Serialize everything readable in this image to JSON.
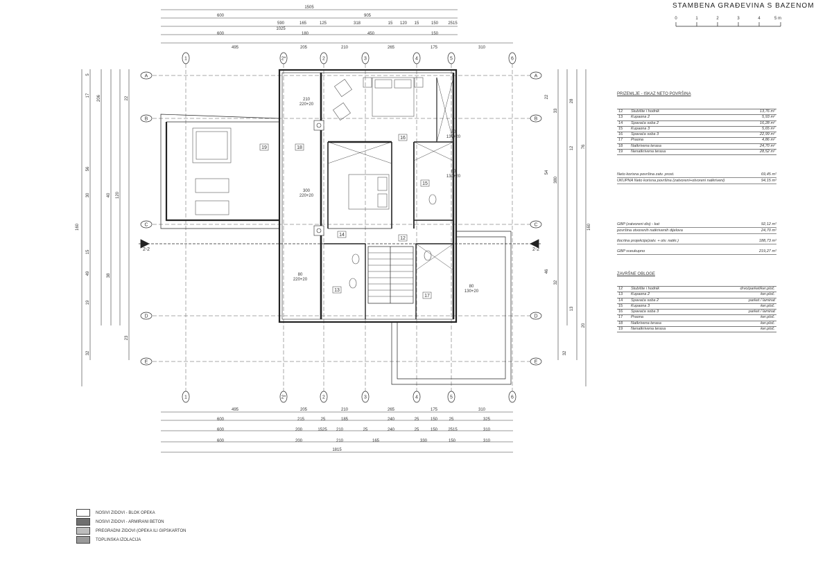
{
  "title": "STAMBENA GRAĐEVINA S BAZENOM",
  "scale_bar": {
    "ticks": [
      "0",
      "1",
      "2",
      "3",
      "4",
      "5 m"
    ]
  },
  "grid_cols": [
    "1",
    "2*",
    "2",
    "3",
    "4",
    "5",
    "6"
  ],
  "grid_rows": [
    "A",
    "B",
    "C",
    "D",
    "E"
  ],
  "section_marker": "2-2",
  "dims_top": {
    "row1": [
      "1505"
    ],
    "row2": [
      "600",
      "905"
    ],
    "row3": [
      "590",
      "165",
      "125",
      "318",
      "15",
      "120",
      "15",
      "150",
      "2515"
    ],
    "row3b": [
      "1025"
    ],
    "row4": [
      "600",
      "180",
      "450",
      "150"
    ],
    "row5": [
      "495",
      "205",
      "210",
      "265",
      "175",
      "310"
    ]
  },
  "dims_bottom": {
    "row1": [
      "495",
      "205",
      "210",
      "265",
      "175",
      "310"
    ],
    "row2": [
      "600",
      "215",
      "25",
      "185",
      "240",
      "25",
      "150",
      "25",
      "325"
    ],
    "row3": [
      "600",
      "200",
      "1525",
      "210",
      "25",
      "240",
      "25",
      "150",
      "2515",
      "310"
    ],
    "row4": [
      "600",
      "200",
      "210",
      "165",
      "330",
      "150",
      "310"
    ],
    "row5": [
      "1815"
    ]
  },
  "dims_left": [
    "17",
    "5",
    "22",
    "206",
    "56",
    "30",
    "40",
    "120",
    "160",
    "15",
    "49",
    "38",
    "19",
    "23",
    "32"
  ],
  "dims_right": [
    "22",
    "33",
    "28",
    "12",
    "54",
    "380",
    "76",
    "160",
    "46",
    "32",
    "13",
    "20",
    "32"
  ],
  "rooms": [
    {
      "id": "19",
      "label": "19"
    },
    {
      "id": "18",
      "label": "18"
    },
    {
      "id": "16",
      "label": "16"
    },
    {
      "id": "15",
      "label": "15"
    },
    {
      "id": "14",
      "label": "14"
    },
    {
      "id": "12",
      "label": "12"
    },
    {
      "id": "13",
      "label": "13"
    },
    {
      "id": "17",
      "label": "17"
    }
  ],
  "openings": [
    {
      "w": "210",
      "h": "220+20"
    },
    {
      "w": "300",
      "h": "220+20"
    },
    {
      "w": "80",
      "h": "220+20"
    },
    {
      "w": "80",
      "h": "130+20"
    },
    {
      "w": "80",
      "h": "130+20"
    },
    {
      "w": "80",
      "h": "130+20"
    }
  ],
  "net_area": {
    "heading": "PRIZEMLJE - ISKAZ NETO POVRŠINA",
    "rows": [
      {
        "n": "12",
        "label": "Stubište i hodnik",
        "value": "13,76 m²"
      },
      {
        "n": "13",
        "label": "Kupaona 2",
        "value": "5,93 m²"
      },
      {
        "n": "14",
        "label": "Spavaća soba 2",
        "value": "16,28 m²"
      },
      {
        "n": "15",
        "label": "Kupaona 3",
        "value": "5,65 m²"
      },
      {
        "n": "16",
        "label": "Spavaća soba 3",
        "value": "22,99 m²"
      },
      {
        "n": "17",
        "label": "Praona",
        "value": "4,86 m²"
      },
      {
        "n": "18",
        "label": "Natkrivena terasa",
        "value": "24,70 m²"
      },
      {
        "n": "19",
        "label": "Nenatkrivena terasa",
        "value": "28,52 m²"
      }
    ]
  },
  "summary1": [
    {
      "label": "Neto korisna površina zatv. prost.",
      "value": "69,45 m²"
    },
    {
      "label": "UKUPNA Neto korisna površina (zatvoreni+otvoreni natkriveni)",
      "value": "94,15 m²"
    }
  ],
  "summary2": [
    {
      "label": "GBP (zatvoreni dio) - kat",
      "value": "92,12 m²"
    },
    {
      "label": "površina otvorenih natkrivenih dijelova",
      "value": "24,70 m²"
    },
    {
      "label": "tlocrtna projekcija(zatv. + otv. natkr.)",
      "value": "188,73 m²"
    },
    {
      "label": "GBP sveukupno",
      "value": "219,27 m²"
    }
  ],
  "finishes": {
    "heading": "ZAVRŠNE OBLOGE",
    "rows": [
      {
        "n": "12",
        "label": "Stubište i hodnik",
        "value": "drvo/parket/ker.ploč."
      },
      {
        "n": "13",
        "label": "Kupaona 2",
        "value": "ker.ploč."
      },
      {
        "n": "14",
        "label": "Spavaća soba 2",
        "value": "parket / laminat"
      },
      {
        "n": "15",
        "label": "Kupaona 3",
        "value": "ker.ploč."
      },
      {
        "n": "16",
        "label": "Spavaća soba 3",
        "value": "parket / laminat"
      },
      {
        "n": "17",
        "label": "Praona",
        "value": "ker.ploč."
      },
      {
        "n": "18",
        "label": "Natkrivena terasa",
        "value": "ker.ploč."
      },
      {
        "n": "19",
        "label": "Nenatkrivena terasa",
        "value": "ker.ploč."
      }
    ]
  },
  "legend": [
    {
      "label": "NOSIVI ZIDOVI - BLOK OPEKA",
      "fill": "#ffffff"
    },
    {
      "label": "NOSIVI ZIDOVI - ARMIRANI BETON",
      "fill": "#6f6f6f"
    },
    {
      "label": "PREGRADNI ZIDOVI (OPEKA ILI GIPSKARTON",
      "fill": "#bdbdbd"
    },
    {
      "label": "TOPLINSKA IZOLACIJA",
      "fill": "#9a9a9a"
    }
  ]
}
